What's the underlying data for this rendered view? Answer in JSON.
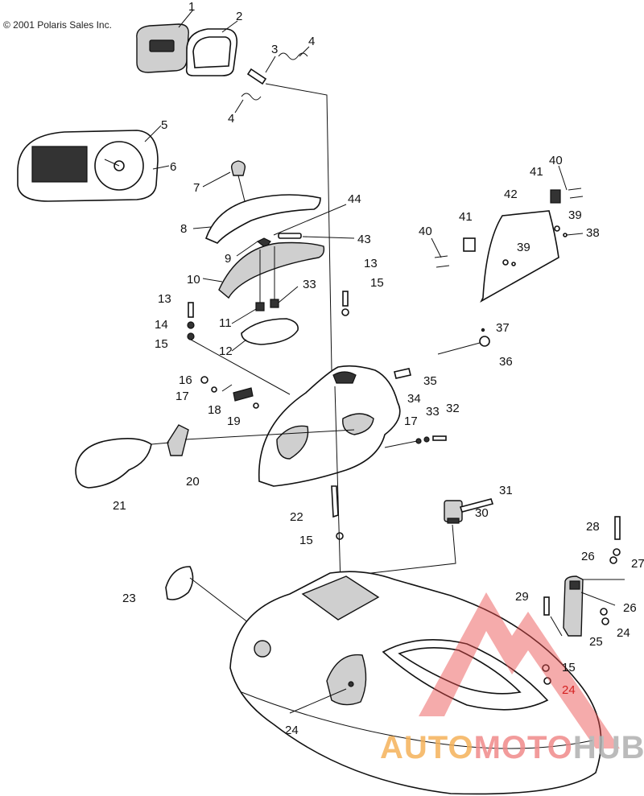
{
  "copyright": "© 2001 Polaris Sales Inc.",
  "watermark": {
    "text_a": "AUTO",
    "text_b": "MOTO",
    "text_c": "HUB",
    "color_a": "#f5b25a",
    "color_b": "#f08a8a",
    "color_c": "#b0b0b0",
    "triangle_color": "#e94a4a"
  },
  "callouts": {
    "n1": "1",
    "n2": "2",
    "n3": "3",
    "n4a": "4",
    "n4b": "4",
    "n5": "5",
    "n6": "6",
    "n7": "7",
    "n8": "8",
    "n9": "9",
    "n10": "10",
    "n11": "11",
    "n12": "12",
    "n13a": "13",
    "n13b": "13",
    "n14": "14",
    "n15a": "15",
    "n15b": "15",
    "n15c": "15",
    "n15d": "15",
    "n16": "16",
    "n17a": "17",
    "n17b": "17",
    "n18": "18",
    "n19": "19",
    "n20": "20",
    "n21": "21",
    "n22": "22",
    "n23": "23",
    "n24a": "24",
    "n24b": "24",
    "n24c": "24",
    "n25": "25",
    "n26a": "26",
    "n26b": "26",
    "n27": "27",
    "n28": "28",
    "n29": "29",
    "n30": "30",
    "n31": "31",
    "n32": "32",
    "n33a": "33",
    "n33b": "33",
    "n34": "34",
    "n35": "35",
    "n36": "36",
    "n37": "37",
    "n38": "38",
    "n39a": "39",
    "n39b": "39",
    "n40a": "40",
    "n40b": "40",
    "n41a": "41",
    "n41b": "41",
    "n42": "42",
    "n43": "43",
    "n44": "44"
  }
}
